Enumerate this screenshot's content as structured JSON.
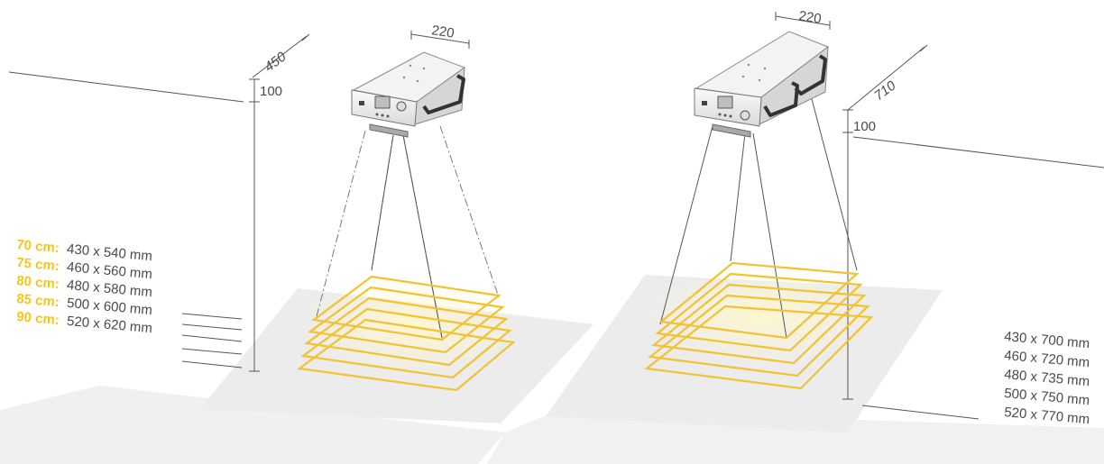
{
  "colors": {
    "accent": "#f5c518",
    "frame": "#f2c230",
    "line": "#555555",
    "floor": "#ededed",
    "text": "#4a4a4a"
  },
  "left_unit": {
    "width_label": "220",
    "depth_label": "450",
    "offset_label": "100",
    "sizes": [
      {
        "distance": "70 cm:",
        "size": "430 x 540 mm"
      },
      {
        "distance": "75 cm:",
        "size": "460 x 560 mm"
      },
      {
        "distance": "80 cm:",
        "size": "480 x 580 mm"
      },
      {
        "distance": "85 cm:",
        "size": "500 x 600 mm"
      },
      {
        "distance": "90 cm:",
        "size": "520 x 620 mm"
      }
    ]
  },
  "right_unit": {
    "width_label": "220",
    "depth_label": "710",
    "offset_label": "100",
    "sizes": [
      "430 x 700 mm",
      "460 x 720 mm",
      "480 x 735 mm",
      "500 x 750 mm",
      "520 x 770 mm"
    ]
  }
}
